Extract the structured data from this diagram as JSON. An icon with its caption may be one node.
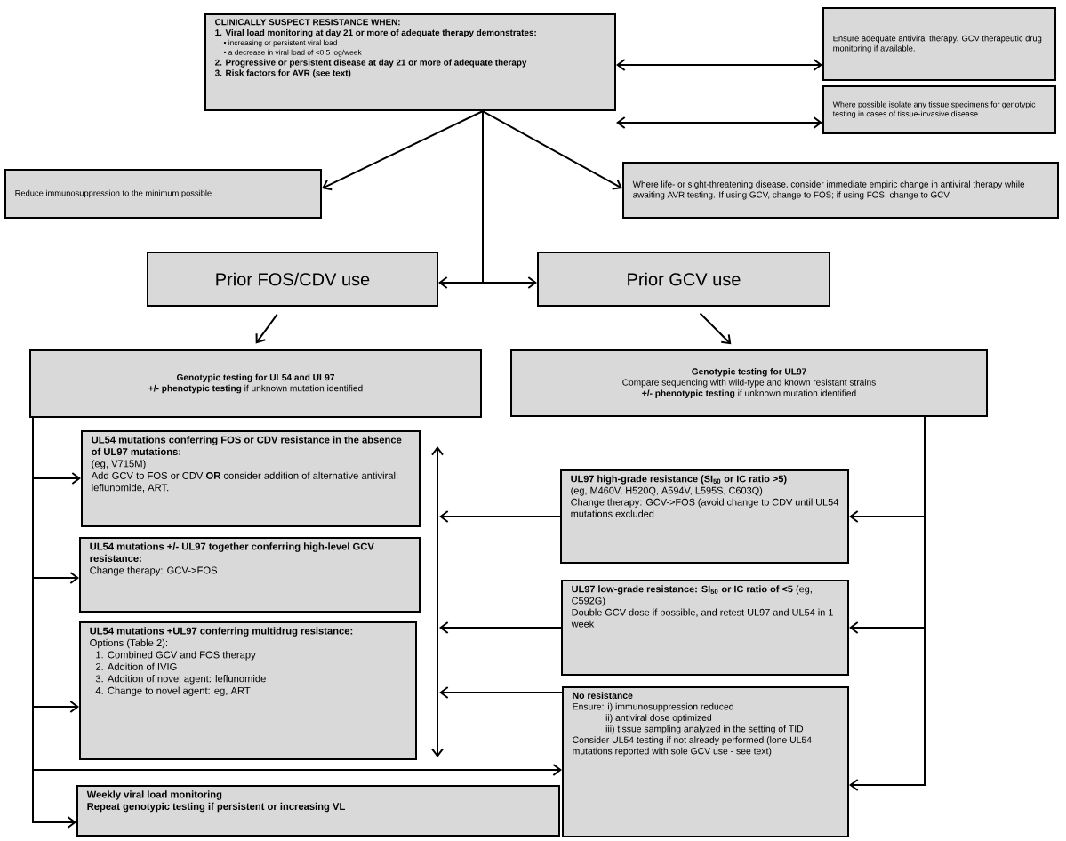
{
  "diagram": {
    "nodes": [
      {
        "text": [
          "CLINICALLY SUSPECT RESISTANCE WHEN:",
          "1. Viral load monitoring at day 21 or more of adequate therapy demonstrates:",
          "• increasing or persistent viral load",
          "• a decrease in viral load of <0.5 log/week",
          "2. Progressive or persistent disease at day 21 or more of adequate therapy",
          "3. Risk factors for AVR (see text)"
        ]
      },
      {
        "text": [
          "Ensure adequate antiviral therapy. GCV therapeutic drug monitoring if available."
        ]
      },
      {
        "text": [
          "Where possible isolate any tissue specimens for genotypic testing in cases of tissue-invasive disease"
        ]
      },
      {
        "text": [
          "Reduce immunosuppression to the minimum possible"
        ]
      },
      {
        "text": [
          "Where life- or sight-threatening disease, consider immediate empiric change in antiviral therapy while awaiting AVR testing. If using GCV, change to FOS; if using FOS, change to GCV."
        ]
      },
      {
        "text": [
          "Prior FOS/CDV use"
        ]
      },
      {
        "text": [
          "Prior GCV use"
        ]
      },
      {
        "text": [
          "Genotypic testing for UL54 and UL97",
          "**+/- phenotypic testing** if unknown mutation identified"
        ]
      },
      {
        "text": [
          "Genotypic testing for UL97",
          "Compare sequencing with wild-type and known resistant strains",
          "**+/- phenotypic testing** if unknown mutation identified"
        ]
      },
      {
        "text": [
          "UL54 mutations conferring FOS or CDV resistance in the absence of UL97 mutations:",
          "(eg, V715M)",
          "Add GCV to FOS or CDV **OR** consider addition of alternative antiviral: leflunomide, ART."
        ]
      },
      {
        "text": [
          "UL54 mutations +/- UL97 together conferring high-level GCV resistance:",
          "Change therapy: GCV->FOS"
        ]
      },
      {
        "text": [
          "UL54 mutations +UL97 conferring multidrug resistance:",
          "Options (Table 2):",
          "1. Combined GCV and FOS therapy",
          "2. Addition of IVIG",
          "3. Addition of novel agent: leflunomide",
          "4. Change to novel agent: eg, ART"
        ]
      },
      {
        "text": [
          "Weekly viral load monitoring",
          "Repeat genotypic testing if persistent or increasing VL"
        ]
      },
      {
        "text": [
          "UL97 high-grade resistance (SI$_{50}$ or IC ratio >5)",
          "(eg, M460V, H520Q, A594V, L595S, C603Q)",
          "Change therapy: GCV->FOS (avoid change to CDV until UL54 mutations excluded"
        ]
      },
      {
        "text": [
          "UL97 low-grade resistance: SI$_{50}$ or IC ratio of <5",
          "(eg, C592G)",
          "Double GCV dose if possible, and retest UL97 and UL54 in 1 week"
        ]
      },
      {
        "text": [
          "No resistance",
          "Ensure: i) immunosuppression reduced",
          "ii) antiviral dose optimized",
          "iii) tissue sampling analyzed in the setting of TID",
          "Consider UL54 testing if not already performed (lone UL54 mutations reported with sole GCV use - see text)"
        ]
      }
    ],
    "edges": [
      {
        "from": 0,
        "to": 1,
        "arrow": "both"
      },
      {
        "from": 0,
        "to": 2,
        "arrow": "both"
      },
      {
        "from": 0,
        "to": 3,
        "arrow": "to"
      },
      {
        "from": 0,
        "to": 4,
        "arrow": "to"
      },
      {
        "from": 0,
        "to": 5,
        "arrow": "to"
      },
      {
        "from": 0,
        "to": 6,
        "arrow": "to"
      },
      {
        "from": 5,
        "to": 7,
        "arrow": "to"
      },
      {
        "from": 6,
        "to": 8,
        "arrow": "to"
      },
      {
        "from": 7,
        "to": 9,
        "arrow": "to"
      },
      {
        "from": 7,
        "to": 10,
        "arrow": "to"
      },
      {
        "from": 7,
        "to": 11,
        "arrow": "to"
      },
      {
        "from": 7,
        "to": 15,
        "arrow": "to"
      },
      {
        "from": 7,
        "to": 12,
        "arrow": "to"
      },
      {
        "from": 8,
        "to": 13,
        "arrow": "to"
      },
      {
        "from": 8,
        "to": 14,
        "arrow": "to"
      },
      {
        "from": 8,
        "to": 15,
        "arrow": "to"
      },
      {
        "from": 13,
        "to": null,
        "arrow": "to"
      },
      {
        "from": 14,
        "to": null,
        "arrow": "to"
      },
      {
        "from": 15,
        "to": null,
        "arrow": "to"
      }
    ]
  }
}
